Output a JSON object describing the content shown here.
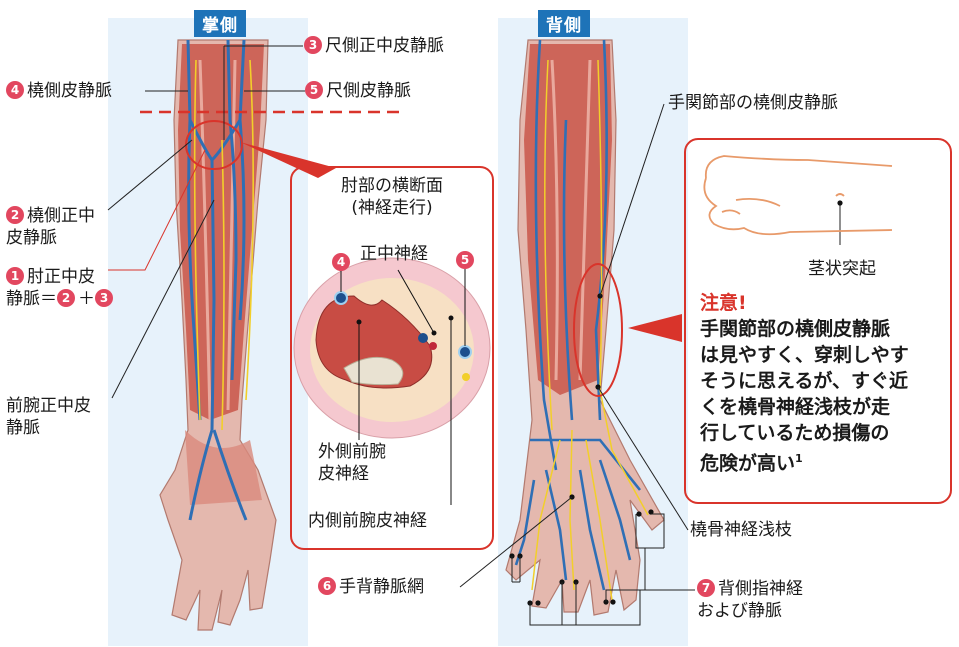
{
  "views": {
    "palmar": "掌側",
    "dorsal": "背側"
  },
  "labels": {
    "radial_cutaneous_vein": "橈側皮静脈",
    "ulnar_median_cutaneous_vein": "尺側正中皮静脈",
    "ulnar_cutaneous_vein": "尺側皮静脈",
    "radial_median_line1": "橈側正中",
    "radial_median_line2": "皮静脈",
    "median_cubital_line1": "肘正中皮",
    "median_cubital_line2": "静脈＝",
    "plus": "＋",
    "forearm_median_line1": "前腕正中皮",
    "forearm_median_line2": "静脈",
    "wrist_radial_vein": "手関節部の橈側皮静脈",
    "styloid": "茎状突起",
    "radial_nerve_superficial": "橈骨神経浅枝",
    "dorsal_venous_network": "手背静脈網",
    "dorsal_digital_line1": "背側指神経",
    "dorsal_digital_line2": "および静脈"
  },
  "numbers": {
    "n1": "1",
    "n2": "2",
    "n3": "3",
    "n4": "4",
    "n5": "5",
    "n6": "6",
    "n7": "7",
    "superscript": "1"
  },
  "cross_section": {
    "title_line1": "肘部の横断面",
    "title_line2": "(神経走行)",
    "median_nerve": "正中神経",
    "lateral_nerve_line1": "外側前腕",
    "lateral_nerve_line2": "皮神経",
    "medial_nerve": "内側前腕皮神経"
  },
  "note": {
    "title": "注意!",
    "line1": "手関節部の橈側皮静脈",
    "line2": "は見やすく、穿刺しやす",
    "line3": "そうに思えるが、すぐ近",
    "line4": "くを橈骨神経浅枝が走",
    "line5": "行しているため損傷の",
    "line6": "危険が高い"
  },
  "colors": {
    "accent_red": "#d9342b",
    "marker_pink": "#e2475f",
    "label_blue": "#1e73b8",
    "muscle": "#c9564a",
    "vein": "#2f6fb5",
    "nerve": "#f2cf2a"
  }
}
